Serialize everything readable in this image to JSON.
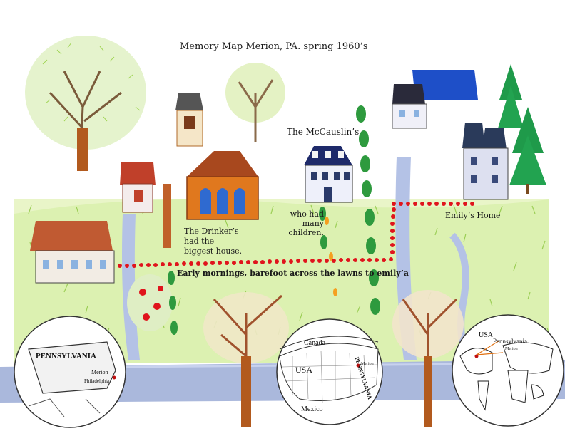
{
  "title": "Memory Map Merion, PA. spring 1960’s",
  "labels": {
    "mccauslins": "The McCauslin’s",
    "drinker_line1": "The Drinker’s",
    "drinker_line2": "had the",
    "drinker_line3": "biggest house.",
    "who_line1": "who had",
    "who_line2": "many children.",
    "emilys_home": "Emily’s Home",
    "early_mornings": "Early mornings, barefoot across the lawns to emily’a"
  },
  "insets": {
    "pennsylvania": {
      "state_label": "PENNSYLVANIA",
      "merion": "Merion",
      "philadelphia": "Philadelphia"
    },
    "usa": {
      "canada": "Canada",
      "usa": "USA",
      "mexico": "Mexico",
      "merion": "Merion",
      "pennsylvania_vertical": "PENNSYLVANIA"
    },
    "world": {
      "usa": "USA",
      "pennsylvania": "Pennsylvania",
      "merion": "Merion"
    }
  },
  "colors": {
    "path_dots": "#e0141c",
    "grass": "#8cc63f",
    "road": "#aab8dc",
    "house_orange": "#e0781e",
    "roof_blue": "#1e4fc8",
    "tree_trunk": "#b25a1e"
  },
  "icons": [
    "house-icon",
    "tree-icon",
    "pine-tree-icon",
    "map-inset-icon"
  ]
}
